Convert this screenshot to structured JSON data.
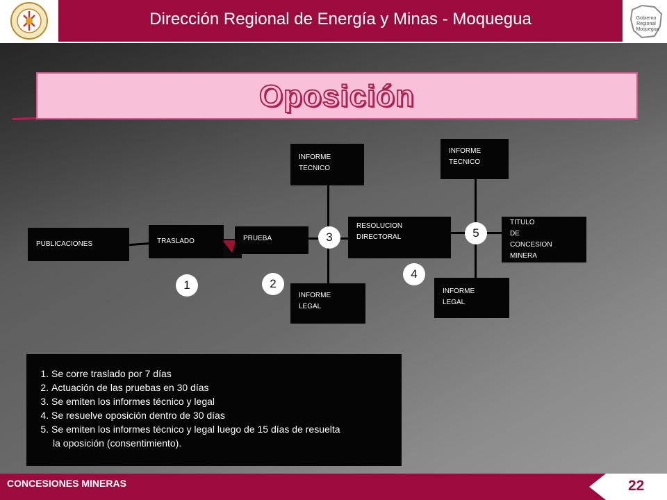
{
  "header": {
    "title": "Dirección Regional de Energía y Minas - Moquegua",
    "right_logo_text": [
      "Gobierno",
      "Regional",
      "Moquegua"
    ]
  },
  "slide": {
    "title": "Oposición"
  },
  "diagram": {
    "nodes": {
      "publicaciones": "PUBLICACIONES",
      "traslado": "TRASLADO",
      "prueba": "PRUEBA",
      "informe_tecnico_1": [
        "INFORME",
        "TECNICO"
      ],
      "informe_legal_1": [
        "INFORME",
        "LEGAL"
      ],
      "resolucion_directoral": [
        "RESOLUCION",
        "DIRECTORAL"
      ],
      "informe_tecnico_2": [
        "INFORME",
        "TECNICO"
      ],
      "informe_legal_2": [
        "INFORME",
        "LEGAL"
      ],
      "titulo_concesion": [
        "TITULO",
        "DE",
        "CONCESION",
        "MINERA"
      ]
    },
    "steps": [
      "1",
      "2",
      "3",
      "4",
      "5"
    ]
  },
  "notes": {
    "items": [
      "Se corre traslado por 7 días",
      "Actuación de las pruebas  en 30 días",
      "Se emiten los informes técnico y legal",
      "Se resuelve oposición dentro de 30 días",
      "Se emiten los informes técnico y legal luego de 15 días de resuelta"
    ],
    "continuation": "la oposición (consentimiento)."
  },
  "footer": {
    "label": "CONCESIONES MINERAS",
    "page_number": "22"
  },
  "colors": {
    "brand": "#9c0a3e",
    "title_fill": "#f9c0da",
    "box": "#050505"
  }
}
